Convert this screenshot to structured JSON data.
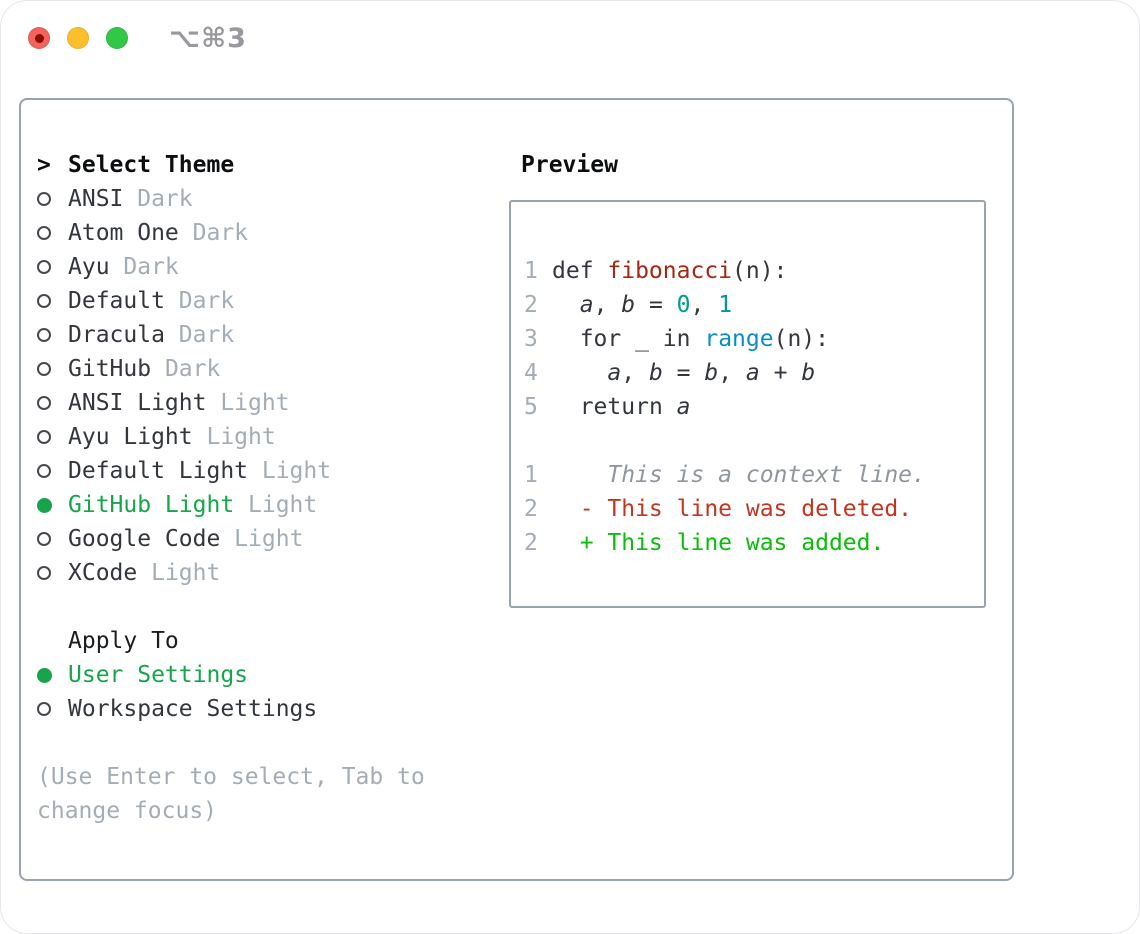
{
  "window": {
    "title": "⌥⌘3",
    "controls": [
      {
        "name": "close"
      },
      {
        "name": "minimize"
      },
      {
        "name": "zoom"
      }
    ]
  },
  "theme_panel": {
    "prompt": ">",
    "header": "Select Theme",
    "themes": [
      {
        "name": "ANSI",
        "variant": "Dark",
        "selected": false
      },
      {
        "name": "Atom One",
        "variant": "Dark",
        "selected": false
      },
      {
        "name": "Ayu",
        "variant": "Dark",
        "selected": false
      },
      {
        "name": "Default",
        "variant": "Dark",
        "selected": false
      },
      {
        "name": "Dracula",
        "variant": "Dark",
        "selected": false
      },
      {
        "name": "GitHub",
        "variant": "Dark",
        "selected": false
      },
      {
        "name": "ANSI Light",
        "variant": "Light",
        "selected": false
      },
      {
        "name": "Ayu Light",
        "variant": "Light",
        "selected": false
      },
      {
        "name": "Default Light",
        "variant": "Light",
        "selected": false
      },
      {
        "name": "GitHub Light",
        "variant": "Light",
        "selected": true
      },
      {
        "name": "Google Code",
        "variant": "Light",
        "selected": false
      },
      {
        "name": "XCode",
        "variant": "Light",
        "selected": false
      }
    ],
    "apply_to": {
      "header": "Apply To",
      "options": [
        {
          "name": "User Settings",
          "selected": true
        },
        {
          "name": "Workspace Settings",
          "selected": false
        }
      ]
    },
    "help_lines": [
      "(Use Enter to select, Tab to",
      "change focus)"
    ]
  },
  "preview": {
    "header": "Preview",
    "code_lines": [
      {
        "number": "1",
        "segments": [
          [
            "keyword",
            "def "
          ],
          [
            "function",
            "fibonacci"
          ],
          [
            "plain",
            "(n):"
          ]
        ]
      },
      {
        "number": "2",
        "segments": [
          [
            "plain",
            "  "
          ],
          [
            "variable",
            "a"
          ],
          [
            "plain",
            ", "
          ],
          [
            "variable",
            "b"
          ],
          [
            "plain",
            " = "
          ],
          [
            "number",
            "0"
          ],
          [
            "plain",
            ", "
          ],
          [
            "number",
            "1"
          ]
        ]
      },
      {
        "number": "3",
        "segments": [
          [
            "plain",
            "  "
          ],
          [
            "keyword",
            "for"
          ],
          [
            "plain",
            " _ "
          ],
          [
            "keyword",
            "in"
          ],
          [
            "plain",
            " "
          ],
          [
            "builtin",
            "range"
          ],
          [
            "plain",
            "(n):"
          ]
        ]
      },
      {
        "number": "4",
        "segments": [
          [
            "plain",
            "    "
          ],
          [
            "variable",
            "a"
          ],
          [
            "plain",
            ", "
          ],
          [
            "variable",
            "b"
          ],
          [
            "plain",
            " = "
          ],
          [
            "variable",
            "b"
          ],
          [
            "plain",
            ", "
          ],
          [
            "variable",
            "a"
          ],
          [
            "plain",
            " + "
          ],
          [
            "variable",
            "b"
          ]
        ]
      },
      {
        "number": "5",
        "segments": [
          [
            "plain",
            "  "
          ],
          [
            "keyword",
            "return"
          ],
          [
            "plain",
            " "
          ],
          [
            "variable",
            "a"
          ]
        ]
      }
    ],
    "diff_lines": [
      {
        "number": "1",
        "segments": [
          [
            "context",
            "    This is a context line."
          ]
        ]
      },
      {
        "number": "2",
        "segments": [
          [
            "deletion",
            "  - This line was deleted."
          ]
        ]
      },
      {
        "number": "2",
        "segments": [
          [
            "addition",
            "  + This line was added."
          ]
        ]
      }
    ]
  },
  "colors": {
    "close-red": "#f4625c",
    "close-dot": "#8c0d05",
    "minimize-yellow": "#fbbf2d",
    "zoom-green": "#33c748",
    "title-gray": "#98989d",
    "border-gray": "#9aa3ad",
    "text-dark": "#33363c",
    "heading-black": "#0c0e10",
    "muted-gray": "#a4acb6",
    "selection-green": "#16a54b",
    "addition-green": "#0abd0a",
    "deletion-red": "#c1361f",
    "function-red": "#a32812",
    "number-teal": "#009999",
    "builtin-blue": "#0a8ec7",
    "context-gray": "#8f969e",
    "radio-ring": "#46494f"
  }
}
